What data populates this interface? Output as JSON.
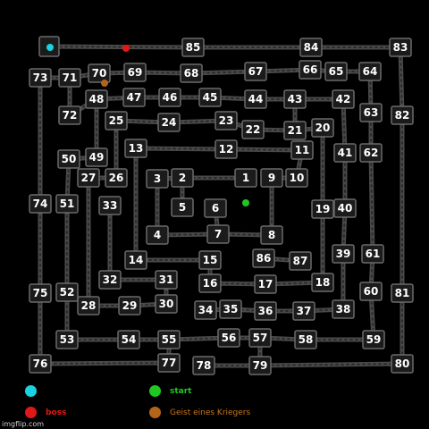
{
  "nodes": [
    {
      "id": "1",
      "label": "1"
    },
    {
      "id": "2",
      "label": "2"
    },
    {
      "id": "3",
      "label": "3"
    },
    {
      "id": "5",
      "label": "5"
    },
    {
      "id": "6",
      "label": "6"
    },
    {
      "id": "4",
      "label": "4"
    },
    {
      "id": "7",
      "label": "7"
    },
    {
      "id": "8",
      "label": "8"
    },
    {
      "id": "9",
      "label": "9"
    },
    {
      "id": "10",
      "label": "10"
    },
    {
      "id": "11",
      "label": "11"
    },
    {
      "id": "12",
      "label": "12"
    },
    {
      "id": "13",
      "label": "13"
    },
    {
      "id": "14",
      "label": "14"
    },
    {
      "id": "15",
      "label": "15"
    },
    {
      "id": "16",
      "label": "16"
    },
    {
      "id": "17",
      "label": "17"
    },
    {
      "id": "18",
      "label": "18"
    },
    {
      "id": "19",
      "label": "19"
    },
    {
      "id": "20",
      "label": "20"
    },
    {
      "id": "21",
      "label": "21"
    },
    {
      "id": "22",
      "label": "22"
    },
    {
      "id": "23",
      "label": "23"
    },
    {
      "id": "24",
      "label": "24"
    },
    {
      "id": "25",
      "label": "25"
    },
    {
      "id": "26",
      "label": "26"
    },
    {
      "id": "27",
      "label": "27"
    },
    {
      "id": "28",
      "label": "28"
    },
    {
      "id": "29",
      "label": "29"
    },
    {
      "id": "30",
      "label": "30"
    },
    {
      "id": "31",
      "label": "31"
    },
    {
      "id": "32",
      "label": "32"
    },
    {
      "id": "33",
      "label": "33"
    },
    {
      "id": "34",
      "label": "34"
    },
    {
      "id": "35",
      "label": "35"
    },
    {
      "id": "36",
      "label": "36"
    },
    {
      "id": "37",
      "label": "37"
    },
    {
      "id": "38",
      "label": "38"
    },
    {
      "id": "39",
      "label": "39"
    },
    {
      "id": "40",
      "label": "40"
    },
    {
      "id": "41",
      "label": "41"
    },
    {
      "id": "42",
      "label": "42"
    },
    {
      "id": "43",
      "label": "43"
    },
    {
      "id": "44",
      "label": "44"
    },
    {
      "id": "45",
      "label": "45"
    },
    {
      "id": "46",
      "label": "46"
    },
    {
      "id": "47",
      "label": "47"
    },
    {
      "id": "48",
      "label": "48"
    },
    {
      "id": "49",
      "label": "49"
    },
    {
      "id": "50",
      "label": "50"
    },
    {
      "id": "51",
      "label": "51"
    },
    {
      "id": "52",
      "label": "52"
    },
    {
      "id": "53",
      "label": "53"
    },
    {
      "id": "54",
      "label": "54"
    },
    {
      "id": "55",
      "label": "55"
    },
    {
      "id": "56",
      "label": "56"
    },
    {
      "id": "57",
      "label": "57"
    },
    {
      "id": "58",
      "label": "58"
    },
    {
      "id": "59",
      "label": "59"
    },
    {
      "id": "60",
      "label": "60"
    },
    {
      "id": "61",
      "label": "61"
    },
    {
      "id": "62",
      "label": "62"
    },
    {
      "id": "63",
      "label": "63"
    },
    {
      "id": "64",
      "label": "64"
    },
    {
      "id": "65",
      "label": "65"
    },
    {
      "id": "66",
      "label": "66"
    },
    {
      "id": "67",
      "label": "67"
    },
    {
      "id": "68",
      "label": "68"
    },
    {
      "id": "69",
      "label": "69"
    },
    {
      "id": "70",
      "label": "70"
    },
    {
      "id": "71",
      "label": "71"
    },
    {
      "id": "72",
      "label": "72"
    },
    {
      "id": "73",
      "label": "73"
    },
    {
      "id": "74",
      "label": "74"
    },
    {
      "id": "75",
      "label": "75"
    },
    {
      "id": "76",
      "label": "76"
    },
    {
      "id": "77",
      "label": "77"
    },
    {
      "id": "78",
      "label": "78"
    },
    {
      "id": "79",
      "label": "79"
    },
    {
      "id": "80",
      "label": "80"
    },
    {
      "id": "81",
      "label": "81"
    },
    {
      "id": "82",
      "label": "82"
    },
    {
      "id": "83",
      "label": "83"
    },
    {
      "id": "84",
      "label": "84"
    },
    {
      "id": "85",
      "label": "85"
    },
    {
      "id": "86",
      "label": "86"
    },
    {
      "id": "87",
      "label": "87"
    },
    {
      "id": "player",
      "label": ""
    }
  ],
  "markers": [
    {
      "type": "player",
      "color": "#19d3e0"
    },
    {
      "type": "boss",
      "color": "#e01818"
    },
    {
      "type": "start",
      "color": "#21c721"
    },
    {
      "type": "warrior-ghost",
      "color": "#b4651a"
    }
  ],
  "legend": [
    {
      "key": "player",
      "color": "#19d3e0",
      "label": ""
    },
    {
      "key": "boss",
      "color": "#e01818",
      "label": "boss",
      "text_color": "#e01818"
    },
    {
      "key": "start",
      "color": "#21c721",
      "label": "start",
      "text_color": "#21c721"
    },
    {
      "key": "ghost",
      "color": "#b4651a",
      "label": "Geist eines Kriegers",
      "text_color": "#c8781e"
    }
  ],
  "watermark": "imgflip.com",
  "colors": {
    "background": "#000000",
    "path": "#4a4a4a",
    "node_fill": "#1b1b1b",
    "node_border": "#6a6a6a",
    "label": "#ffffff"
  }
}
